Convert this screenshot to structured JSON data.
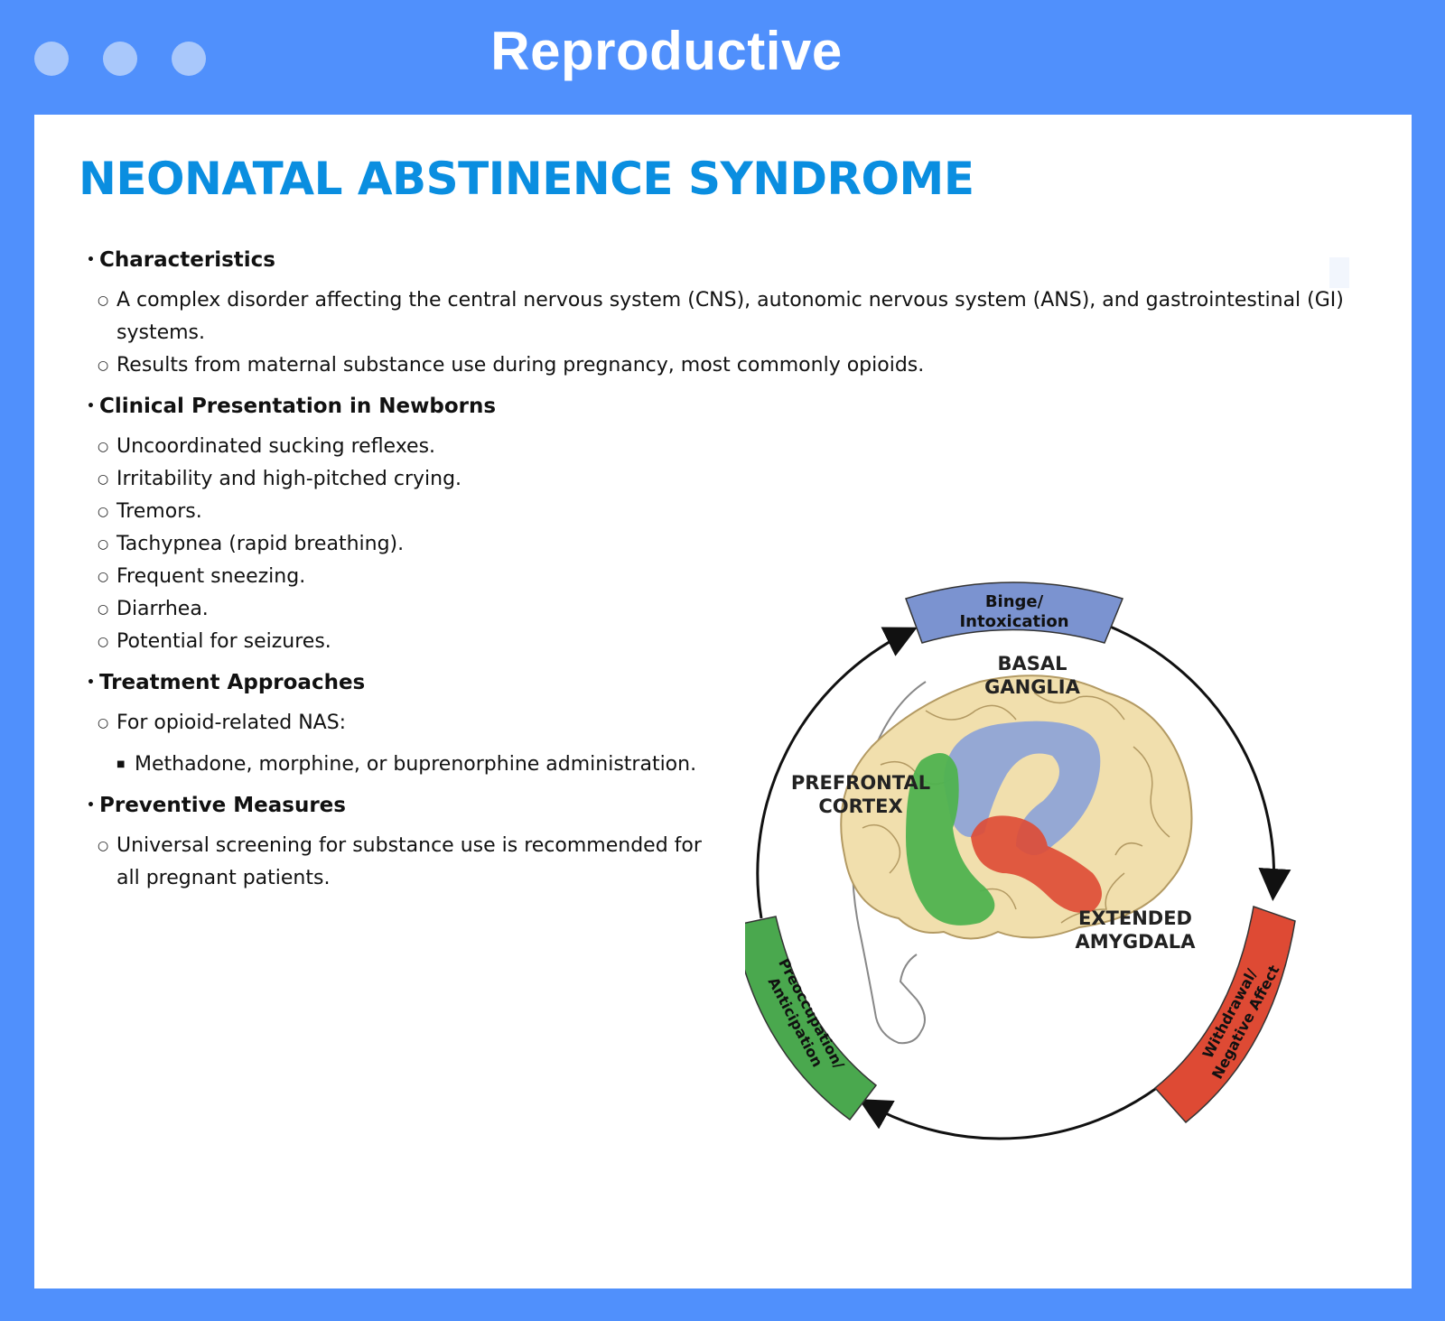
{
  "window": {
    "title": "Reproductive",
    "controls": [
      "window-dot",
      "window-dot",
      "window-dot"
    ]
  },
  "document": {
    "heading": "NEONATAL ABSTINENCE SYNDROME",
    "sections": [
      {
        "title": "Characteristics",
        "items": [
          "A complex disorder affecting the central nervous system (CNS), autonomic nervous system (ANS), and gastrointestinal (GI) systems.",
          "Results from maternal substance use during pregnancy, most commonly opioids."
        ]
      },
      {
        "title": "Clinical Presentation in Newborns",
        "items": [
          "Uncoordinated sucking reflexes.",
          "Irritability and high-pitched crying.",
          "Tremors.",
          "Tachypnea (rapid breathing).",
          "Frequent sneezing.",
          "Diarrhea.",
          "Potential for seizures."
        ]
      },
      {
        "title": "Treatment Approaches",
        "items": [
          "For opioid-related NAS:"
        ],
        "subitems": [
          "Methadone, morphine, or buprenorphine administration."
        ]
      },
      {
        "title": "Preventive Measures",
        "items": [
          "Universal screening for substance use is recommended for all pregnant patients."
        ]
      }
    ]
  },
  "diagram": {
    "stages": {
      "binge_line1": "Binge/",
      "binge_line2": "Intoxication",
      "withdrawal_line1": "Withdrawal/",
      "withdrawal_line2": "Negative Affect",
      "preoccupation_line1": "Preoccupation/",
      "preoccupation_line2": "Anticipation"
    },
    "regions": {
      "basal_line1": "BASAL",
      "basal_line2": "GANGLIA",
      "prefrontal_line1": "PREFRONTAL",
      "prefrontal_line2": "CORTEX",
      "amygdala_line1": "EXTENDED",
      "amygdala_line2": "AMYGDALA"
    },
    "colors": {
      "binge": "#7b93d0",
      "withdrawal": "#de4a34",
      "preoccupation": "#4aa84e",
      "brain": "#f1dfad"
    }
  }
}
